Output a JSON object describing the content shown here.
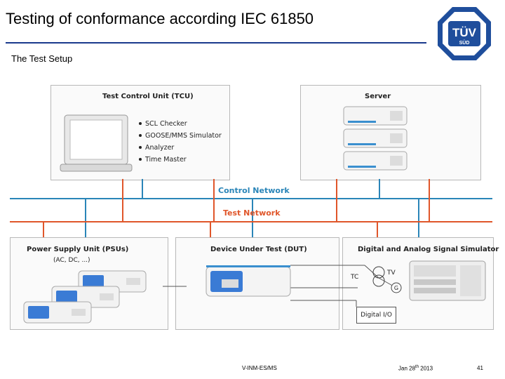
{
  "header": {
    "title": "Testing of conformance according IEC 61850",
    "subtitle": "The Test Setup",
    "logo_text": "TÜV",
    "logo_subtext": "SÜD"
  },
  "diagram": {
    "tcu": {
      "title": "Test Control Unit (TCU)",
      "features": [
        "SCL Checker",
        "GOOSE/MMS Simulator",
        "Analyzer",
        "Time Master"
      ]
    },
    "server": {
      "title": "Server"
    },
    "networks": {
      "control": {
        "label": "Control Network",
        "color": "#2a85b8"
      },
      "test": {
        "label": "Test Network",
        "color": "#e0562a"
      }
    },
    "psu": {
      "title": "Power Supply Unit (PSUs)",
      "subtitle": "(AC, DC, ...)"
    },
    "dut": {
      "title": "Device Under Test (DUT)"
    },
    "simulator": {
      "title": "Digital and Analog Signal Simulator",
      "tc_label": "TC",
      "tv_label": "TV",
      "g_label": "G",
      "digital_io": "Digital I/O"
    }
  },
  "footer": {
    "department": "V-INM-ES/MS",
    "date_prefix": "Jan 28",
    "date_suffix": "th",
    "date_year": "2013",
    "page_number": "41"
  }
}
